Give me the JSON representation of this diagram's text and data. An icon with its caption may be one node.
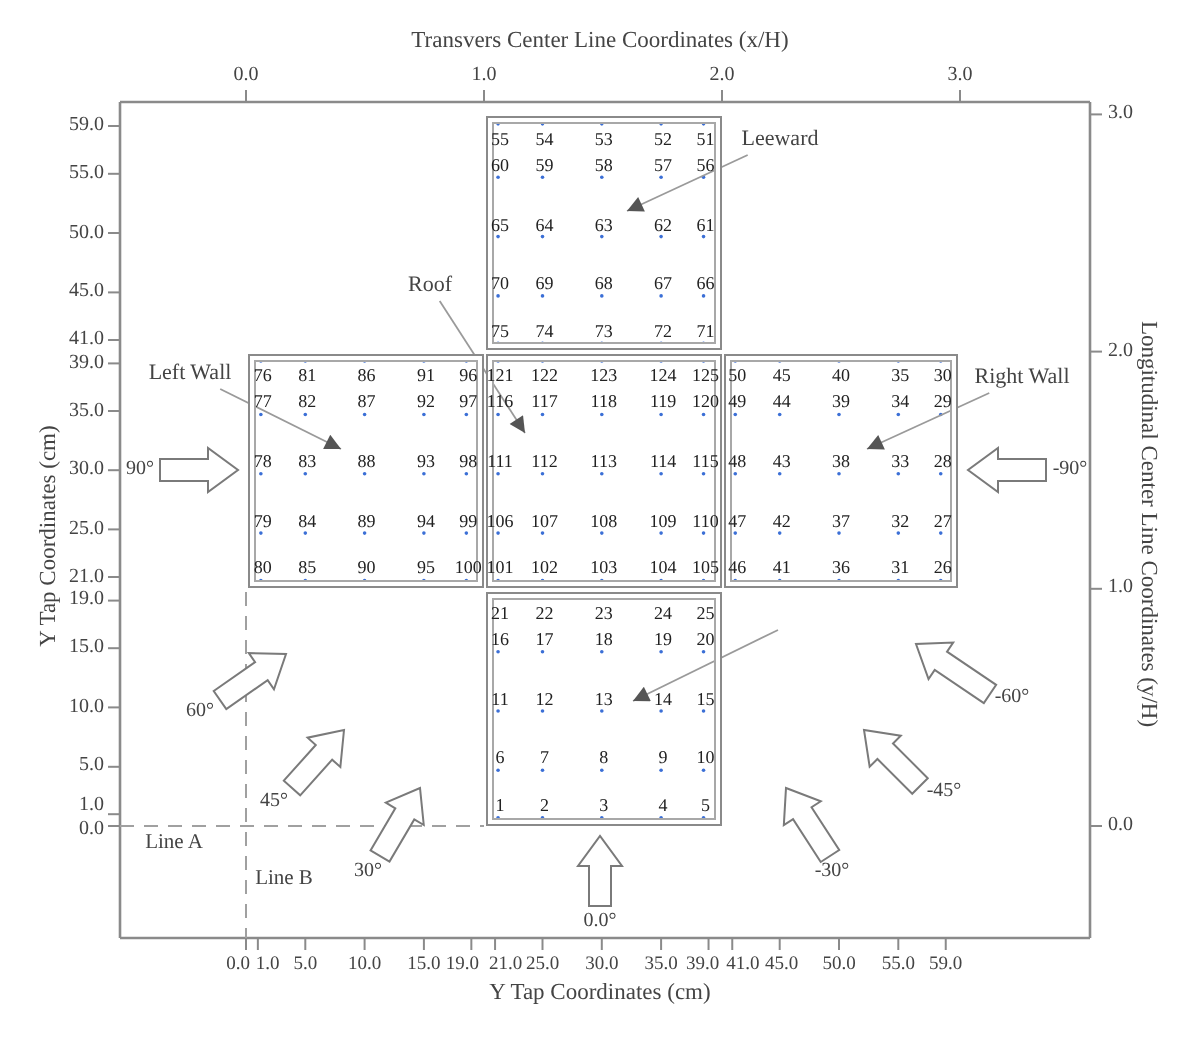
{
  "diagram": {
    "nodes": [
      {
        "text": [
          "55",
          "54",
          "53",
          "52",
          "51",
          "60",
          "59",
          "58",
          "57",
          "56",
          "65",
          "64",
          "63",
          "62",
          "61",
          "70",
          "69",
          "68",
          "67",
          "66",
          "75",
          "74",
          "73",
          "72",
          "71"
        ]
      },
      {
        "text": [
          "Leeward"
        ]
      },
      {
        "text": [
          "Roof"
        ]
      },
      {
        "text": [
          "76",
          "81",
          "86",
          "91",
          "96",
          "77",
          "82",
          "87",
          "92",
          "97",
          "78",
          "83",
          "88",
          "93",
          "98",
          "79",
          "84",
          "89",
          "94",
          "99",
          "80",
          "85",
          "90",
          "95",
          "100"
        ]
      },
      {
        "text": [
          "Left Wall"
        ]
      },
      {
        "text": [
          "121",
          "122",
          "123",
          "124",
          "125",
          "116",
          "117",
          "118",
          "119",
          "120",
          "111",
          "112",
          "113",
          "114",
          "115",
          "106",
          "107",
          "108",
          "109",
          "110",
          "101",
          "102",
          "103",
          "104",
          "105"
        ]
      },
      {
        "text": [
          "50",
          "45",
          "40",
          "35",
          "30",
          "49",
          "44",
          "39",
          "34",
          "29",
          "48",
          "43",
          "38",
          "33",
          "28",
          "47",
          "42",
          "37",
          "32",
          "27",
          "46",
          "41",
          "36",
          "31",
          "26"
        ]
      },
      {
        "text": [
          "Right Wall"
        ]
      },
      {
        "text": [
          "21",
          "22",
          "23",
          "24",
          "25",
          "16",
          "17",
          "18",
          "19",
          "20",
          "11",
          "12",
          "13",
          "14",
          "15",
          "6",
          "7",
          "8",
          "9",
          "10",
          "1",
          "2",
          "3",
          "4",
          "5"
        ]
      }
    ],
    "edges": [
      {
        "from": 1,
        "to": 0,
        "arrow": "to"
      },
      {
        "from": 2,
        "to": 5,
        "arrow": "to"
      },
      {
        "from": 4,
        "to": 3,
        "arrow": "to"
      },
      {
        "from": 7,
        "to": 6,
        "arrow": "to"
      },
      {
        "from": null,
        "to": 8,
        "arrow": "to"
      }
    ],
    "labels": [
      "Transvers Center Line Coordinates (x/H)",
      "0.0",
      "1.0",
      "2.0",
      "3.0",
      "59.0",
      "55.0",
      "50.0",
      "45.0",
      "41.0",
      "39.0",
      "35.0",
      "30.0",
      "25.0",
      "21.0",
      "19.0",
      "15.0",
      "10.0",
      "5.0",
      "1.0",
      "0.0",
      "Y Tap Coordinates (cm)",
      "3.0",
      "2.0",
      "1.0",
      "0.0",
      "Longitudinal Center Line Coordinates (y/H)",
      "90°",
      "-90°",
      "60°",
      "-60°",
      "45°",
      "-45°",
      "Line A",
      "30°",
      "-30°",
      "Line B",
      "0.0°",
      "0.0",
      "1.0",
      "5.0",
      "10.0",
      "15.0",
      "19.0",
      "21.0",
      "25.0",
      "30.0",
      "35.0",
      "39.0",
      "41.0",
      "45.0",
      "50.0",
      "55.0",
      "59.0",
      "Y Tap Coordinates (cm)"
    ]
  }
}
